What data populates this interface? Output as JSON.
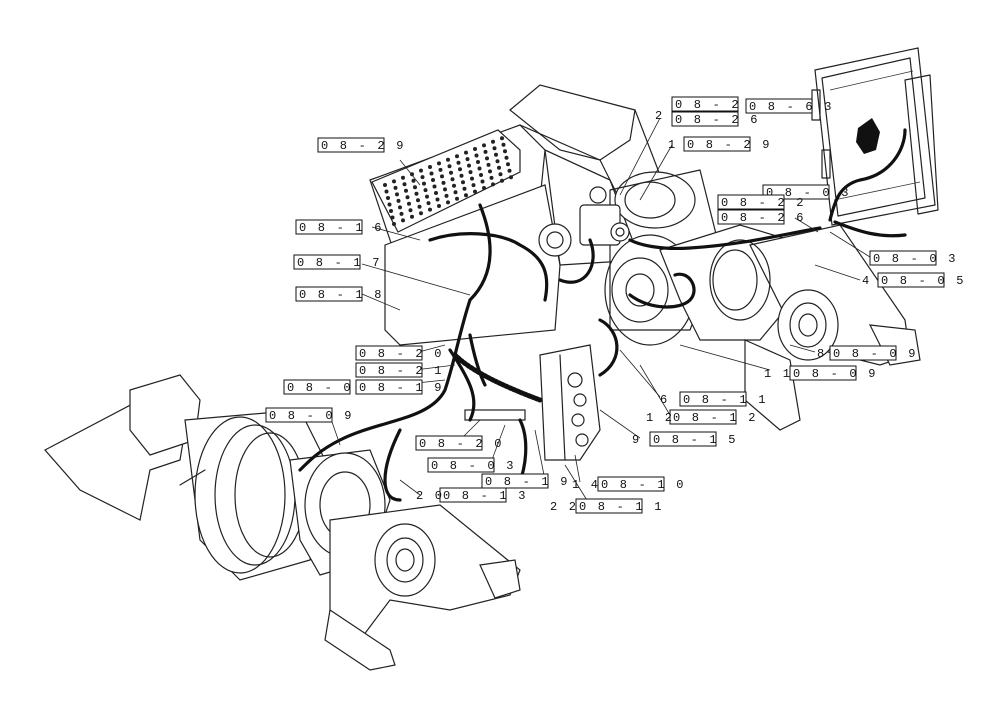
{
  "diagram": {
    "references": [
      {
        "id": "r1",
        "text": "0 8 - 2 2"
      },
      {
        "id": "r2",
        "text": "0 8 - 2 6"
      },
      {
        "id": "r3",
        "text": "0 8 - 6 3"
      },
      {
        "id": "r4",
        "text": "0 8 - 2 9"
      },
      {
        "id": "r5",
        "text": "0 8 - 2 9"
      },
      {
        "id": "r6",
        "text": "0 8 - 0 3"
      },
      {
        "id": "r7",
        "text": "0 8 - 2 2"
      },
      {
        "id": "r8",
        "text": "0 8 - 2 6"
      },
      {
        "id": "r9",
        "text": "0 8 - 0 3"
      },
      {
        "id": "r10",
        "text": "0 8 - 0 5"
      },
      {
        "id": "r11",
        "text": "0 8 - 1 6"
      },
      {
        "id": "r12",
        "text": "0 8 - 1 7"
      },
      {
        "id": "r13",
        "text": "0 8 - 1 8"
      },
      {
        "id": "r14",
        "text": "0 8 - 2 0"
      },
      {
        "id": "r15",
        "text": "0 8 - 2 1"
      },
      {
        "id": "r16",
        "text": "0 8 - 0 9"
      },
      {
        "id": "r17",
        "text": "0 8 - 1 9"
      },
      {
        "id": "r18",
        "text": "0 8 - 0 9"
      },
      {
        "id": "r19",
        "text": "0 8 - 0 9"
      },
      {
        "id": "r20",
        "text": "0 8 - 1 1"
      },
      {
        "id": "r21",
        "text": "0 8 - 1 2"
      },
      {
        "id": "r22",
        "text": "0 8 - 1 5"
      },
      {
        "id": "r23",
        "text": "0 8 - 0 9"
      },
      {
        "id": "r24",
        "text": "0 8 - 2 0"
      },
      {
        "id": "r25",
        "text": "0 8 - 0 3"
      },
      {
        "id": "r26",
        "text": "0 8 - 1 9"
      },
      {
        "id": "r27",
        "text": "0 8 - 1 0"
      },
      {
        "id": "r28",
        "text": "0 8 - 1 3"
      },
      {
        "id": "r29",
        "text": "0 8 - 1 1"
      }
    ],
    "item_numbers": [
      {
        "id": "n1",
        "text": "2"
      },
      {
        "id": "n2",
        "text": "1"
      },
      {
        "id": "n3",
        "text": "4"
      },
      {
        "id": "n4",
        "text": "8"
      },
      {
        "id": "n5",
        "text": "1 1"
      },
      {
        "id": "n6",
        "text": "6"
      },
      {
        "id": "n7",
        "text": "1 2"
      },
      {
        "id": "n8",
        "text": "9"
      },
      {
        "id": "n9",
        "text": "1 4"
      },
      {
        "id": "n10",
        "text": "2 2"
      },
      {
        "id": "n11",
        "text": "2 0"
      }
    ]
  }
}
